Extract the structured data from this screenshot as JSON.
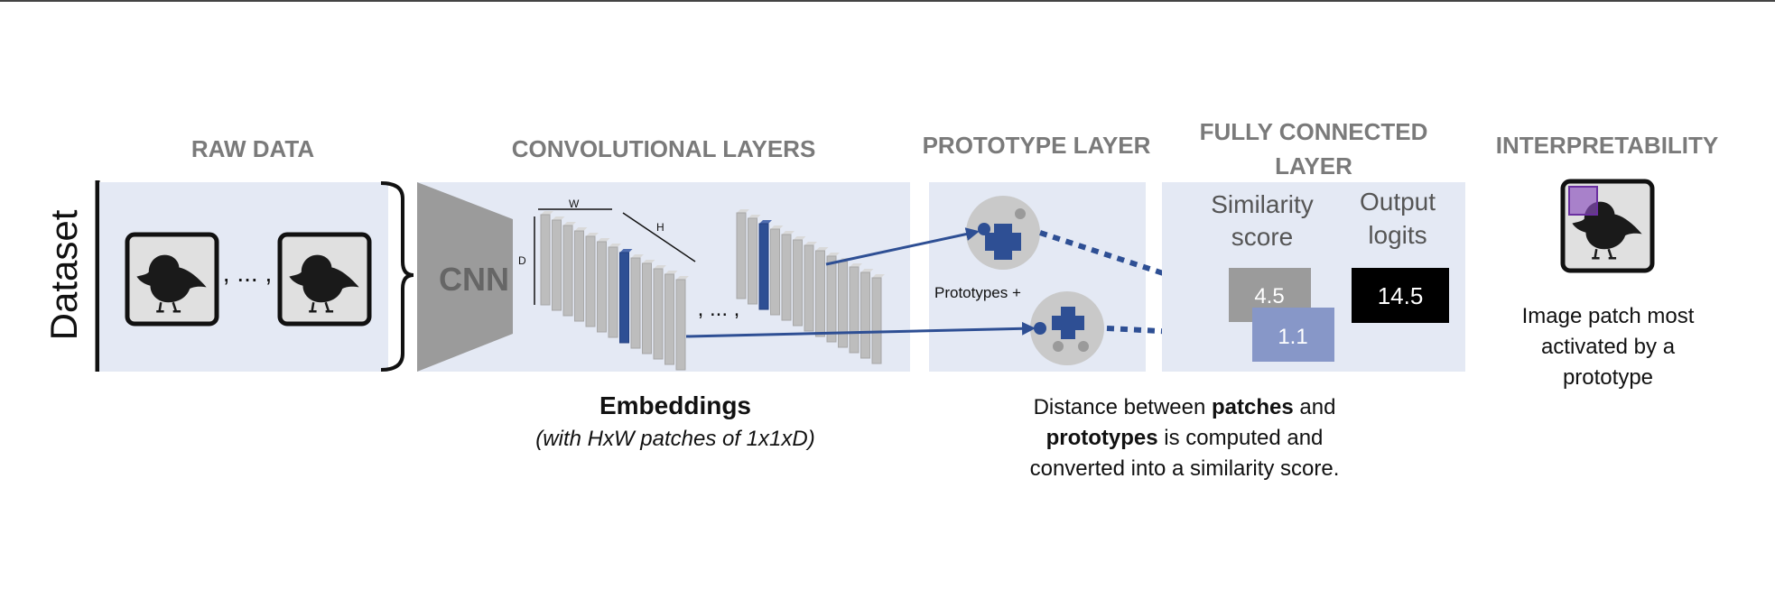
{
  "headers": {
    "raw_data": "RAW DATA",
    "conv_layers": "CONVOLUTIONAL LAYERS",
    "prototype_layer": "PROTOTYPE LAYER",
    "fc_line1": "FULLY CONNECTED",
    "fc_line2": "LAYER",
    "interpretability": "INTERPRETABILITY"
  },
  "dataset_label": "Dataset",
  "ellipsis_1": ", ... ,",
  "ellipsis_2": ", ... ,",
  "cnn_label": "CNN",
  "dims": {
    "w": "W",
    "h": "H",
    "d": "D"
  },
  "prototypes_label": "Prototypes +",
  "similarity_label_1": "Similarity",
  "similarity_label_2": "score",
  "output_label_1": "Output",
  "output_label_2": "logits",
  "scores": {
    "s1": "4.5",
    "s2": "1.1",
    "logit": "14.5"
  },
  "embeddings": {
    "title": "Embeddings",
    "subtitle": "(with HxW patches of 1x1xD)"
  },
  "distance_caption": {
    "l1_a": "Distance between ",
    "l1_b": "patches",
    "l1_c": " and",
    "l2_a": "prototypes",
    "l2_b": " is computed and",
    "l3": "converted into a similarity score."
  },
  "interp_caption": {
    "l1": "Image patch most",
    "l2": "activated by a",
    "l3": "prototype"
  },
  "colors": {
    "panel": "#e4e9f4",
    "blue": "#2e4f94",
    "gray_box": "#9b9b9b",
    "blue_box": "#8797c8",
    "patch": "#8a4fbf"
  }
}
